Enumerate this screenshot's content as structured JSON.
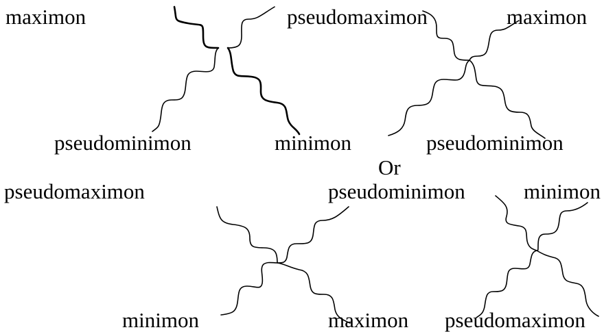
{
  "diagram": {
    "top_left": {
      "top_left_label": "maximon",
      "top_right_label": "pseudomaximon",
      "bottom_left_label": "pseudominimon",
      "bottom_right_label": "minimon"
    },
    "top_right": {
      "top_right_label": "maximon",
      "bottom_label": "pseudominimon"
    },
    "separator": "Or",
    "bottom_left": {
      "top_left_label": "pseudomaximon",
      "top_right_label": "pseudominimon",
      "bottom_left_label": "minimon",
      "bottom_right_label": "maximon"
    },
    "bottom_right": {
      "top_right_label": "minimon",
      "bottom_label": "pseudomaximon"
    }
  },
  "colors": {
    "line": "#000000",
    "background": "#ffffff"
  }
}
